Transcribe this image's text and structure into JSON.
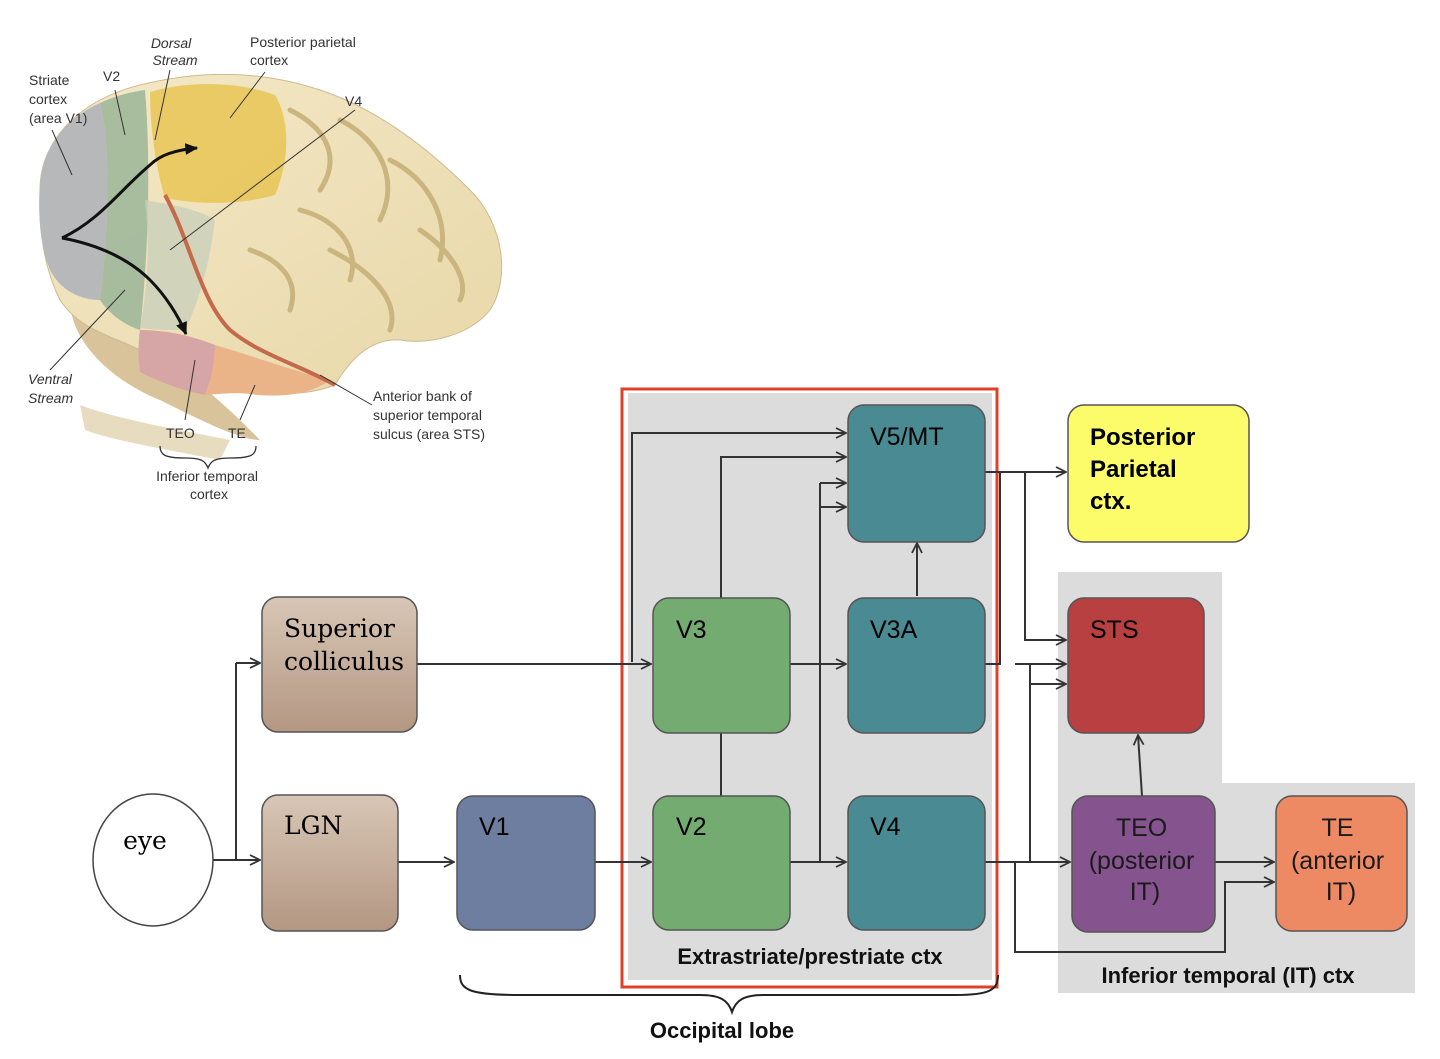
{
  "brain_labels": {
    "dorsal_stream": [
      "Dorsal",
      "Stream"
    ],
    "posterior_parietal_cortex": [
      "Posterior parietal",
      "cortex"
    ],
    "striate_cortex": [
      "Striate",
      "cortex",
      "(area V1)"
    ],
    "v2": "V2",
    "v4": "V4",
    "ventral_stream": [
      "Ventral",
      "Stream"
    ],
    "teo": "TEO",
    "te": "TE",
    "inferior_temporal_cortex": [
      "Inferior temporal",
      "cortex"
    ],
    "anterior_bank_sts": [
      "Anterior bank of",
      "superior temporal",
      "sulcus (area STS)"
    ]
  },
  "nodes": {
    "eye": "eye",
    "superior_colliculus": [
      "Superior",
      "colliculus"
    ],
    "lgn": "LGN",
    "v1": "V1",
    "v2": "V2",
    "v3": "V3",
    "v3a": "V3A",
    "v4": "V4",
    "v5mt": "V5/MT",
    "posterior_parietal": [
      "Posterior",
      "Parietal",
      "ctx."
    ],
    "sts": "STS",
    "teo": [
      "TEO",
      "(posterior",
      "IT)"
    ],
    "te": [
      "TE",
      "(anterior",
      "IT)"
    ]
  },
  "region_labels": {
    "extrastriate": "Extrastriate/prestriate ctx",
    "inferior_temporal": "Inferior temporal (IT) ctx",
    "occipital_lobe": "Occipital lobe"
  },
  "colors": {
    "brown": "#c4ab93",
    "v1": "#6e7ea0",
    "green": "#74ab70",
    "teal": "#4a8b93",
    "yellow": "#fcfc6a",
    "red": "#b94040",
    "purple": "#85548f",
    "orange": "#ee8a63",
    "region_gray": "#dcdcdc",
    "highlight_red": "#e0402a"
  }
}
